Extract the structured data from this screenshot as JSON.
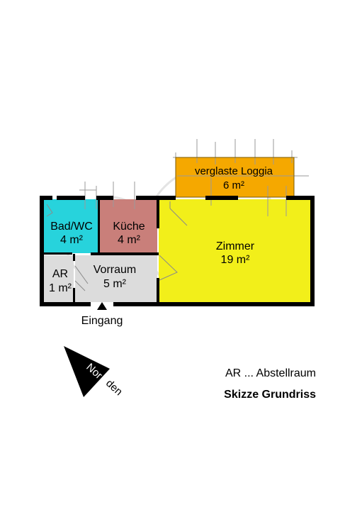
{
  "rooms": {
    "loggia": {
      "name": "verglaste Loggia",
      "area": "6 m²"
    },
    "bad": {
      "name": "Bad/WC",
      "area": "4 m²"
    },
    "kueche": {
      "name": "Küche",
      "area": "4 m²"
    },
    "zimmer": {
      "name": "Zimmer",
      "area": "19 m²"
    },
    "ar": {
      "name": "AR",
      "area": "1 m²"
    },
    "vorraum": {
      "name": "Vorraum",
      "area": "5 m²"
    }
  },
  "entrance": {
    "label": "Eingang"
  },
  "compass": {
    "part1": "Nor",
    "part2": "den"
  },
  "legend": {
    "abbreviation": "AR ... Abstellraum",
    "title": "Skizze Grundriss"
  },
  "colors": {
    "loggia": "#f5a800",
    "bad": "#27d3dc",
    "kueche": "#c97f7a",
    "zimmer": "#f2ef1a",
    "flur": "#dcdcdc",
    "wall": "#000000"
  }
}
